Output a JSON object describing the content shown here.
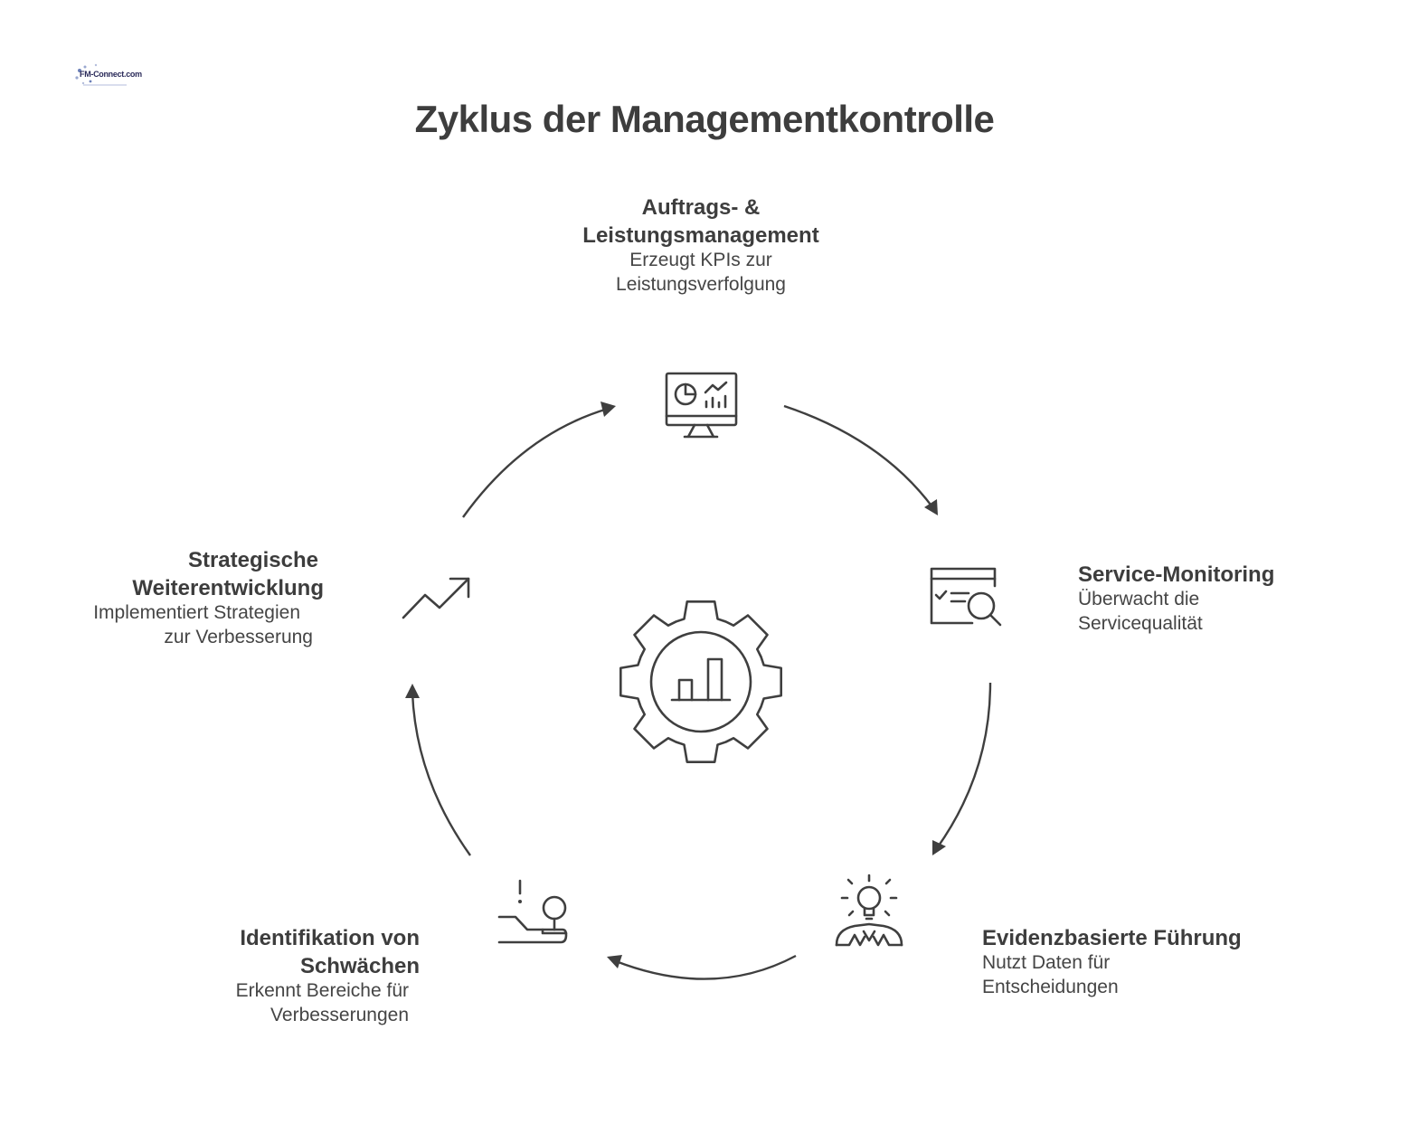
{
  "logo": {
    "text": "FM-Connect.com"
  },
  "title": "Zyklus der Managementkontrolle",
  "center_icon": "gear-chart-icon",
  "stages": [
    {
      "title_line1": "Auftrags- &",
      "title_line2": "Leistungsmanagement",
      "desc_line1": "Erzeugt KPIs zur",
      "desc_line2": "Leistungsverfolgung",
      "icon": "monitor-dashboard-icon"
    },
    {
      "title_line1": "Service-Monitoring",
      "desc_line1": "Überwacht die",
      "desc_line2": "Servicequalität",
      "icon": "window-search-icon"
    },
    {
      "title_line1": "Evidenzbasierte Führung",
      "desc_line1": "Nutzt Daten für",
      "desc_line2": "Entscheidungen",
      "icon": "person-lightbulb-icon"
    },
    {
      "title_line1": "Identifikation von",
      "title_line2": "Schwächen",
      "desc_line1": "Erkennt Bereiche für",
      "desc_line2": "Verbesserungen",
      "icon": "joystick-alert-icon"
    },
    {
      "title_line1": "Strategische",
      "title_line2": "Weiterentwicklung",
      "desc_line1": "Implementiert Strategien",
      "desc_line2": "zur Verbesserung",
      "icon": "trend-up-icon"
    }
  ]
}
